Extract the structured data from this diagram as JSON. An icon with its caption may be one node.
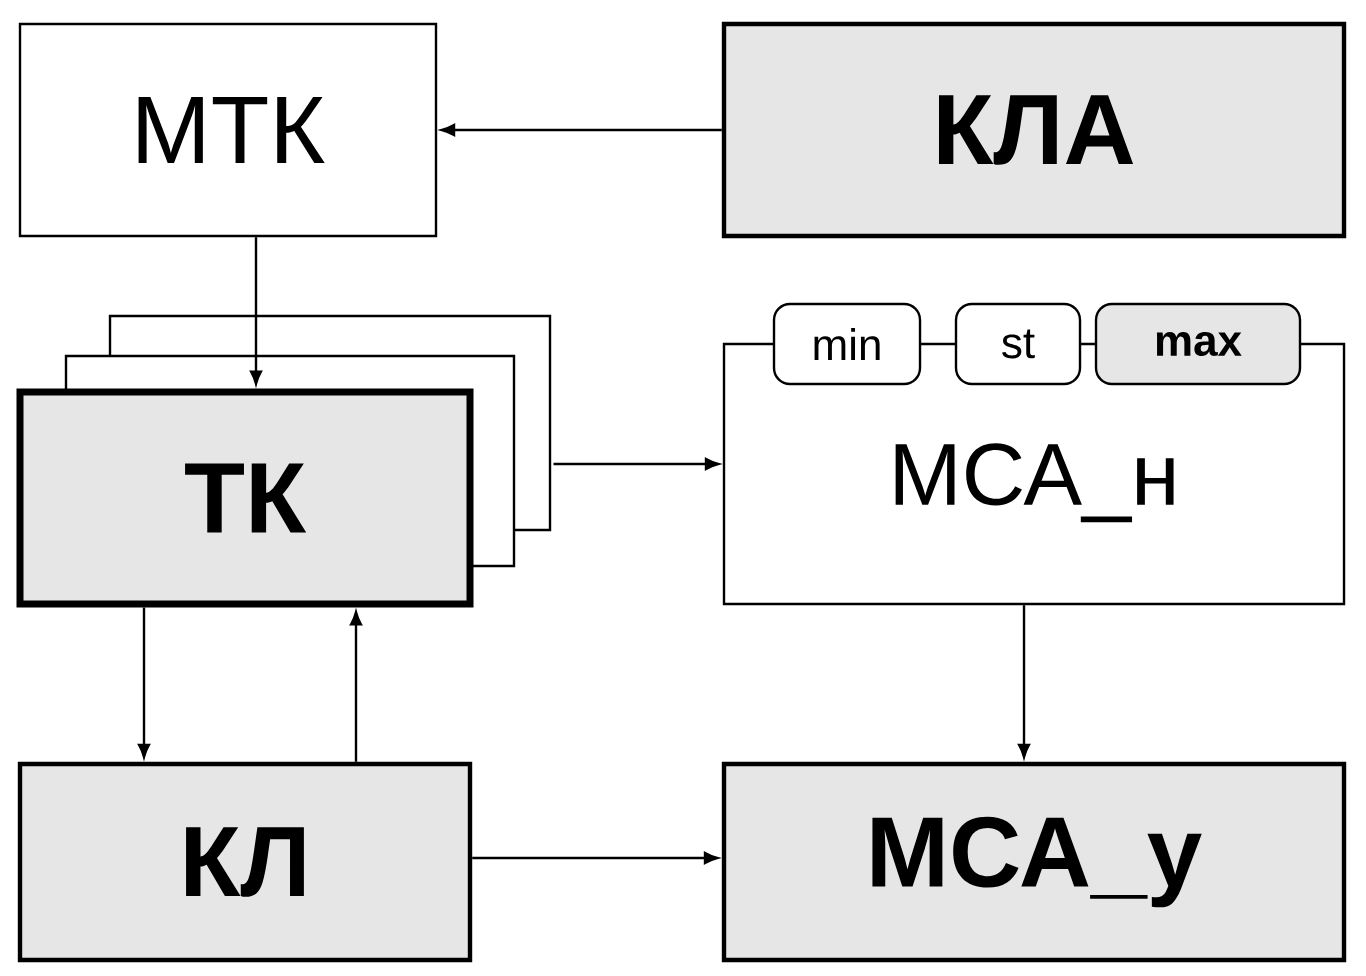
{
  "diagram": {
    "nodes": [
      {
        "text": [
          "МТК"
        ]
      },
      {
        "text": [
          "КЛА"
        ]
      },
      {
        "text": [
          "ТК"
        ]
      },
      {
        "text": [
          "МСА_н"
        ]
      },
      {
        "text": [
          "min"
        ]
      },
      {
        "text": [
          "st"
        ]
      },
      {
        "text": [
          "max"
        ]
      },
      {
        "text": [
          "КЛ"
        ]
      },
      {
        "text": [
          "МСА_у"
        ]
      }
    ],
    "edges": [
      {
        "from": 1,
        "to": 0,
        "arrow": "to"
      },
      {
        "from": 0,
        "to": 2,
        "arrow": "to"
      },
      {
        "from": 2,
        "to": 3,
        "arrow": "to"
      },
      {
        "from": 2,
        "to": 7,
        "arrow": "to"
      },
      {
        "from": 7,
        "to": 2,
        "arrow": "to"
      },
      {
        "from": 3,
        "to": 8,
        "arrow": "to"
      },
      {
        "from": 7,
        "to": 8,
        "arrow": "to"
      }
    ]
  }
}
